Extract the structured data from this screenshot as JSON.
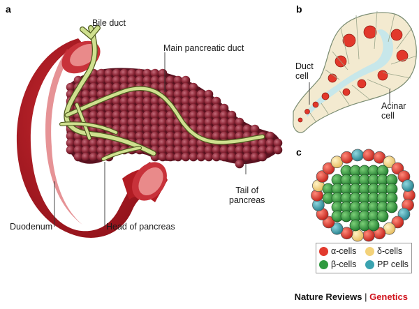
{
  "panels": {
    "a": "a",
    "b": "b",
    "c": "c"
  },
  "labels": {
    "bile_duct": "Bile duct",
    "main_duct": "Main pancreatic duct",
    "duct_cell": [
      "Duct",
      "cell"
    ],
    "acinar_cell": [
      "Acinar",
      "cell"
    ],
    "tail": [
      "Tail of",
      "pancreas"
    ],
    "duodenum": "Duodenum",
    "head": "Head of pancreas"
  },
  "legend": [
    {
      "label": "α-cells",
      "color": "#e23a2e"
    },
    {
      "label": "δ-cells",
      "color": "#f3d27a"
    },
    {
      "label": "β-cells",
      "color": "#2f9a3f"
    },
    {
      "label": "PP cells",
      "color": "#3aa3b0"
    }
  ],
  "footer": {
    "journal": "Nature Reviews",
    "separator": " | ",
    "subject": "Genetics",
    "subject_color": "#d0121c",
    "journal_color": "#111111"
  },
  "colors": {
    "duodenum": "#b11c23",
    "lobule": "#7a1d2a",
    "duct": "#c8d98a",
    "acinar_fill": "#f3ead0",
    "lumen": "#c7e7ea"
  }
}
